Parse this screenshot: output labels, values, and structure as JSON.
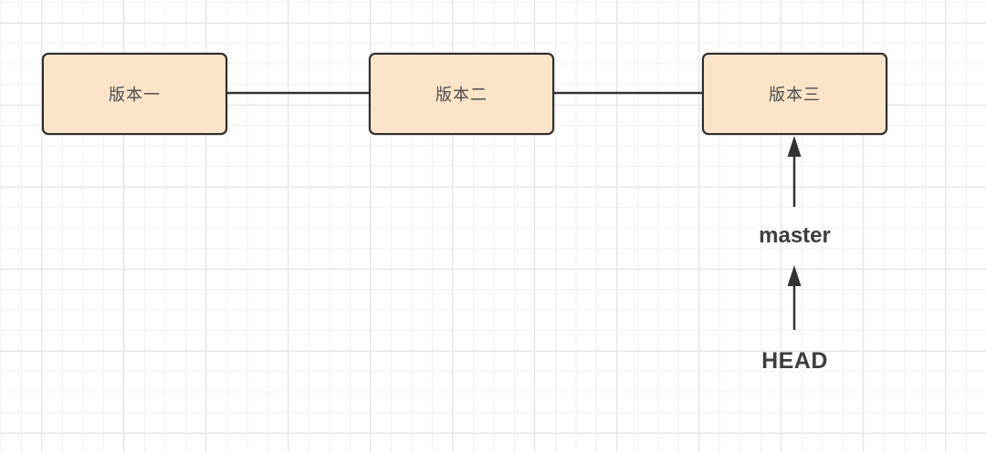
{
  "diagram": {
    "nodes": [
      {
        "label": "版本一"
      },
      {
        "label": "版本二"
      },
      {
        "label": "版本三"
      }
    ],
    "pointer_labels": {
      "master": "master",
      "head": "HEAD"
    },
    "colors": {
      "background": "#ffffff",
      "grid_minor": "#f1f1f1",
      "grid_major": "#e4e4e4",
      "node_fill": "#fce4c9",
      "node_border": "#2d2d2d",
      "node_text": "#4d4d4d",
      "connector": "#333333",
      "pointer_text": "#3d3d3d"
    }
  }
}
